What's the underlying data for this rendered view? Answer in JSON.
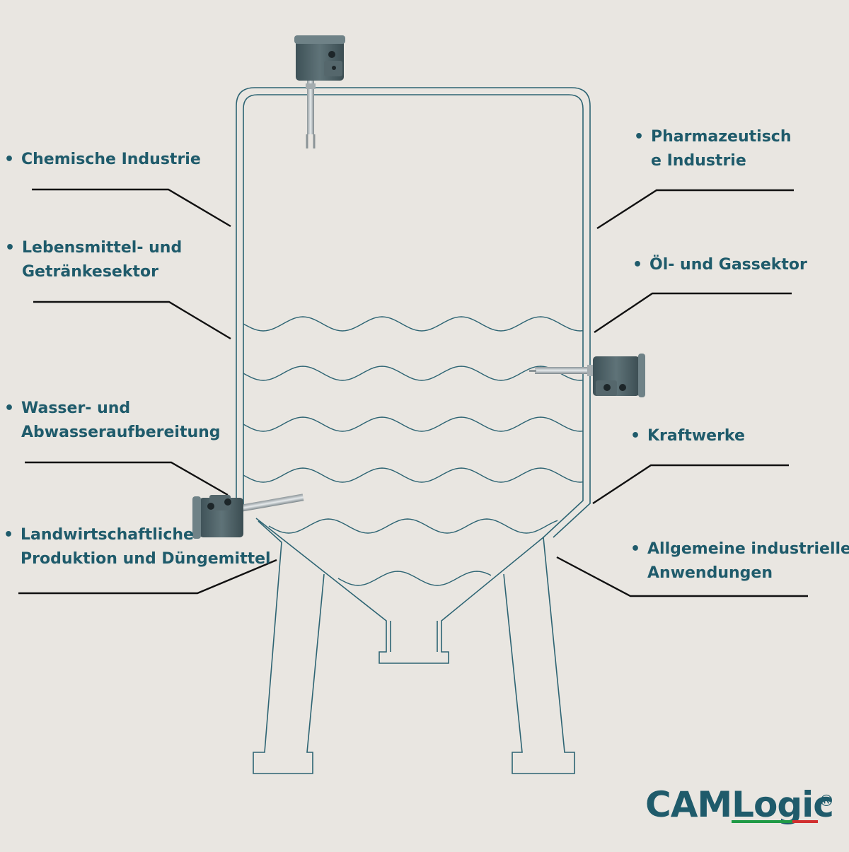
{
  "labels": {
    "chemische": {
      "lines": [
        "Chemische Industrie"
      ]
    },
    "lebensmittel": {
      "lines": [
        "Lebensmittel- und",
        "Getränkesektor"
      ]
    },
    "wasser": {
      "lines": [
        "Wasser- und",
        "Abwasseraufbereitung"
      ]
    },
    "landwirtschaft": {
      "lines": [
        "Landwirtschaftliche",
        "Produktion und Düngemittel"
      ]
    },
    "pharma": {
      "lines": [
        "Pharmazeutisch",
        "e Industrie"
      ]
    },
    "oel": {
      "lines": [
        "Öl- und Gassektor"
      ]
    },
    "kraftwerke": {
      "lines": [
        "Kraftwerke"
      ]
    },
    "allgemeine": {
      "lines": [
        "Allgemeine  industrielle",
        "Anwendungen"
      ]
    }
  },
  "bullet_char": "•",
  "logo": {
    "part1": "CAM",
    "part2": "Logic",
    "reg": "®"
  },
  "colors": {
    "background": "#e9e6e1",
    "accent": "#1f5b6b",
    "tank_stroke": "#2d6473",
    "leader_line": "#111111",
    "sensor_body": "#4f6268",
    "logo_green": "#1f9a45",
    "logo_red": "#d12f2f"
  },
  "icons": [
    "level-sensor-icon"
  ]
}
